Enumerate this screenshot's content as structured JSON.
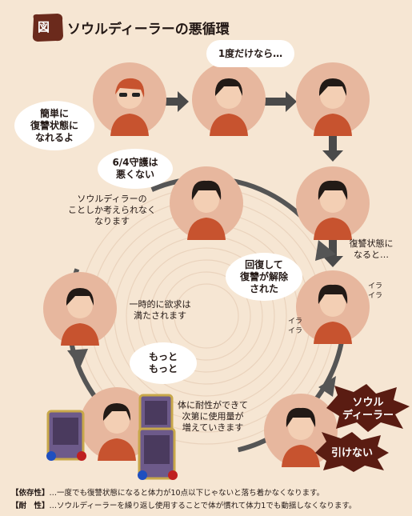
{
  "title": "ソウルディーラーの悪循環",
  "badge": "図",
  "bubbles": {
    "top": "1度だけなら…",
    "kantan": [
      "簡単に",
      "復讐状態に",
      "なれるよ"
    ],
    "guard": [
      "6/4守護は",
      "悪くない"
    ],
    "kaifuku": [
      "回復して",
      "復讐が解除",
      "された"
    ],
    "motto": [
      "もっと",
      "もっと"
    ]
  },
  "labels": {
    "soul_only": [
      "ソウルディラーの",
      "ことしか考えられなく",
      "なります"
    ],
    "fukushu_naru": [
      "復讐状態に",
      "なると…"
    ],
    "ichiji": [
      "一時的に欲求は",
      "満たされます"
    ],
    "taisei": [
      "体に耐性ができて",
      "次第に使用量が",
      "増えていきます"
    ],
    "ira1": [
      "イラ",
      "イラ"
    ],
    "ira2": [
      "イラ",
      "イラ"
    ]
  },
  "burst": {
    "soul": [
      "ソウル",
      "ディーラー"
    ],
    "hikenai": "引けない"
  },
  "notes": [
    {
      "tag": "【依存性】",
      "text": "…一度でも復讐状態になると体力が10点以下じゃないと落ち着かなくなります。"
    },
    {
      "tag": "【耐　性】",
      "text": "…ソウルディーラーを繰り返し使用することで体が慣れて体力1でも動揺しなくなります。"
    }
  ],
  "colors": {
    "circle": "#e7b79e",
    "shirt": "#c7532f",
    "hair": "#221a16",
    "skin": "#f3cfb4",
    "arrow": "#4a4a4a",
    "burst": "#5a1c12"
  }
}
